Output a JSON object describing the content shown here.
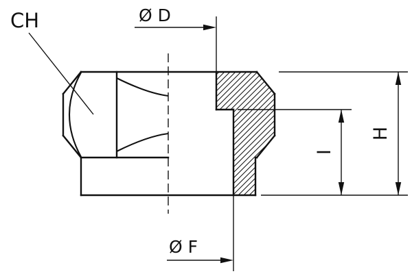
{
  "drawing": {
    "kind": "technical cross-section drawing of a hexagonal threaded fitting",
    "labels": {
      "chamfer": "CH",
      "diameter_d": "Ø D",
      "diameter_f": "Ø F",
      "height_h": "H",
      "depth_i": "I"
    },
    "colors": {
      "line": "#111111",
      "background": "#ffffff"
    }
  }
}
